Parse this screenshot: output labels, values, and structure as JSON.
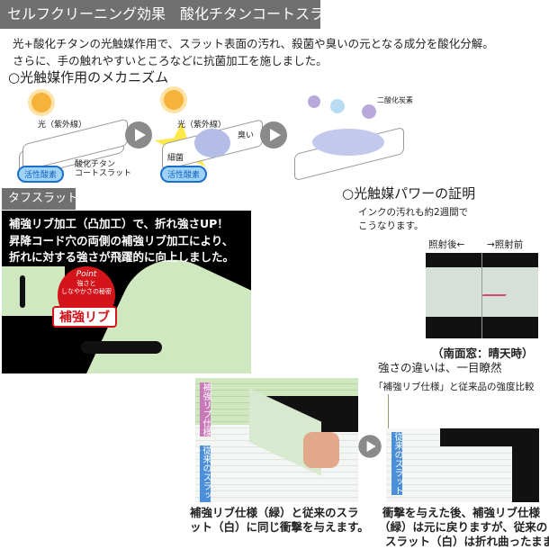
{
  "header": {
    "title": "セルフクリーニング効果　酸化チタンコートスラット"
  },
  "intro": {
    "line1": "光+酸化チタンの光触媒作用で、スラット表面の汚れ、殺菌や臭いの元となる成分を酸化分解。",
    "line2": "さらに、手の触れやすいところなどに抗菌加工を施しました。"
  },
  "mechanism": {
    "heading": "○光触媒作用のメカニズム",
    "panel1": {
      "light": "光（紫外線）",
      "active_oxygen": "活性酸素",
      "slat": "酸化チタン\nコートスラット"
    },
    "panel2": {
      "light": "光（紫外線）",
      "odor": "臭い",
      "bacteria": "細菌",
      "active_oxygen": "活性酸素"
    },
    "panel3": {
      "co2": "二酸化炭素"
    }
  },
  "tough": {
    "tab": "タフスラット",
    "line1": "補強リブ加工（凸加工）で、折れ強さUP！",
    "line2": "昇降コード穴の両側の補強リブ加工により、",
    "line3": "折れに対する強さが飛躍的に向上しました。",
    "point": "Point",
    "point_sub1": "強さと",
    "point_sub2": "しなやかさの秘密",
    "rib": "補強リブ"
  },
  "proof": {
    "heading": "○光触媒パワーの証明",
    "line1": "インクの汚れも約2週間で",
    "line2": "こうなります。",
    "after": "照射後←",
    "before": "→照射前",
    "caption": "（南面窓：晴天時）"
  },
  "compare": {
    "title": "強さの違いは、一目瞭然",
    "subtitle": "「補強リブ仕様」と従来品の強度比較",
    "tag_rib": "補強リブ仕様",
    "tag_conv": "従来のスラット",
    "caption1_l1": "補強リブ仕様（緑）と従来のスラ",
    "caption1_l2": "ット（白）に同じ衝撃を与えます。",
    "caption2_l1": "衝撃を与えた後、補強リブ仕様",
    "caption2_l2": "（緑）は元に戻りますが、従来の",
    "caption2_l3": "スラット（白）は折れ曲ったまま。"
  },
  "colors": {
    "header_bg": "#707070",
    "slat_green": "#cfe8bf",
    "rib_red": "#d3141b",
    "tag_blue": "#4a8fd8",
    "tag_pink": "#c879b8"
  }
}
